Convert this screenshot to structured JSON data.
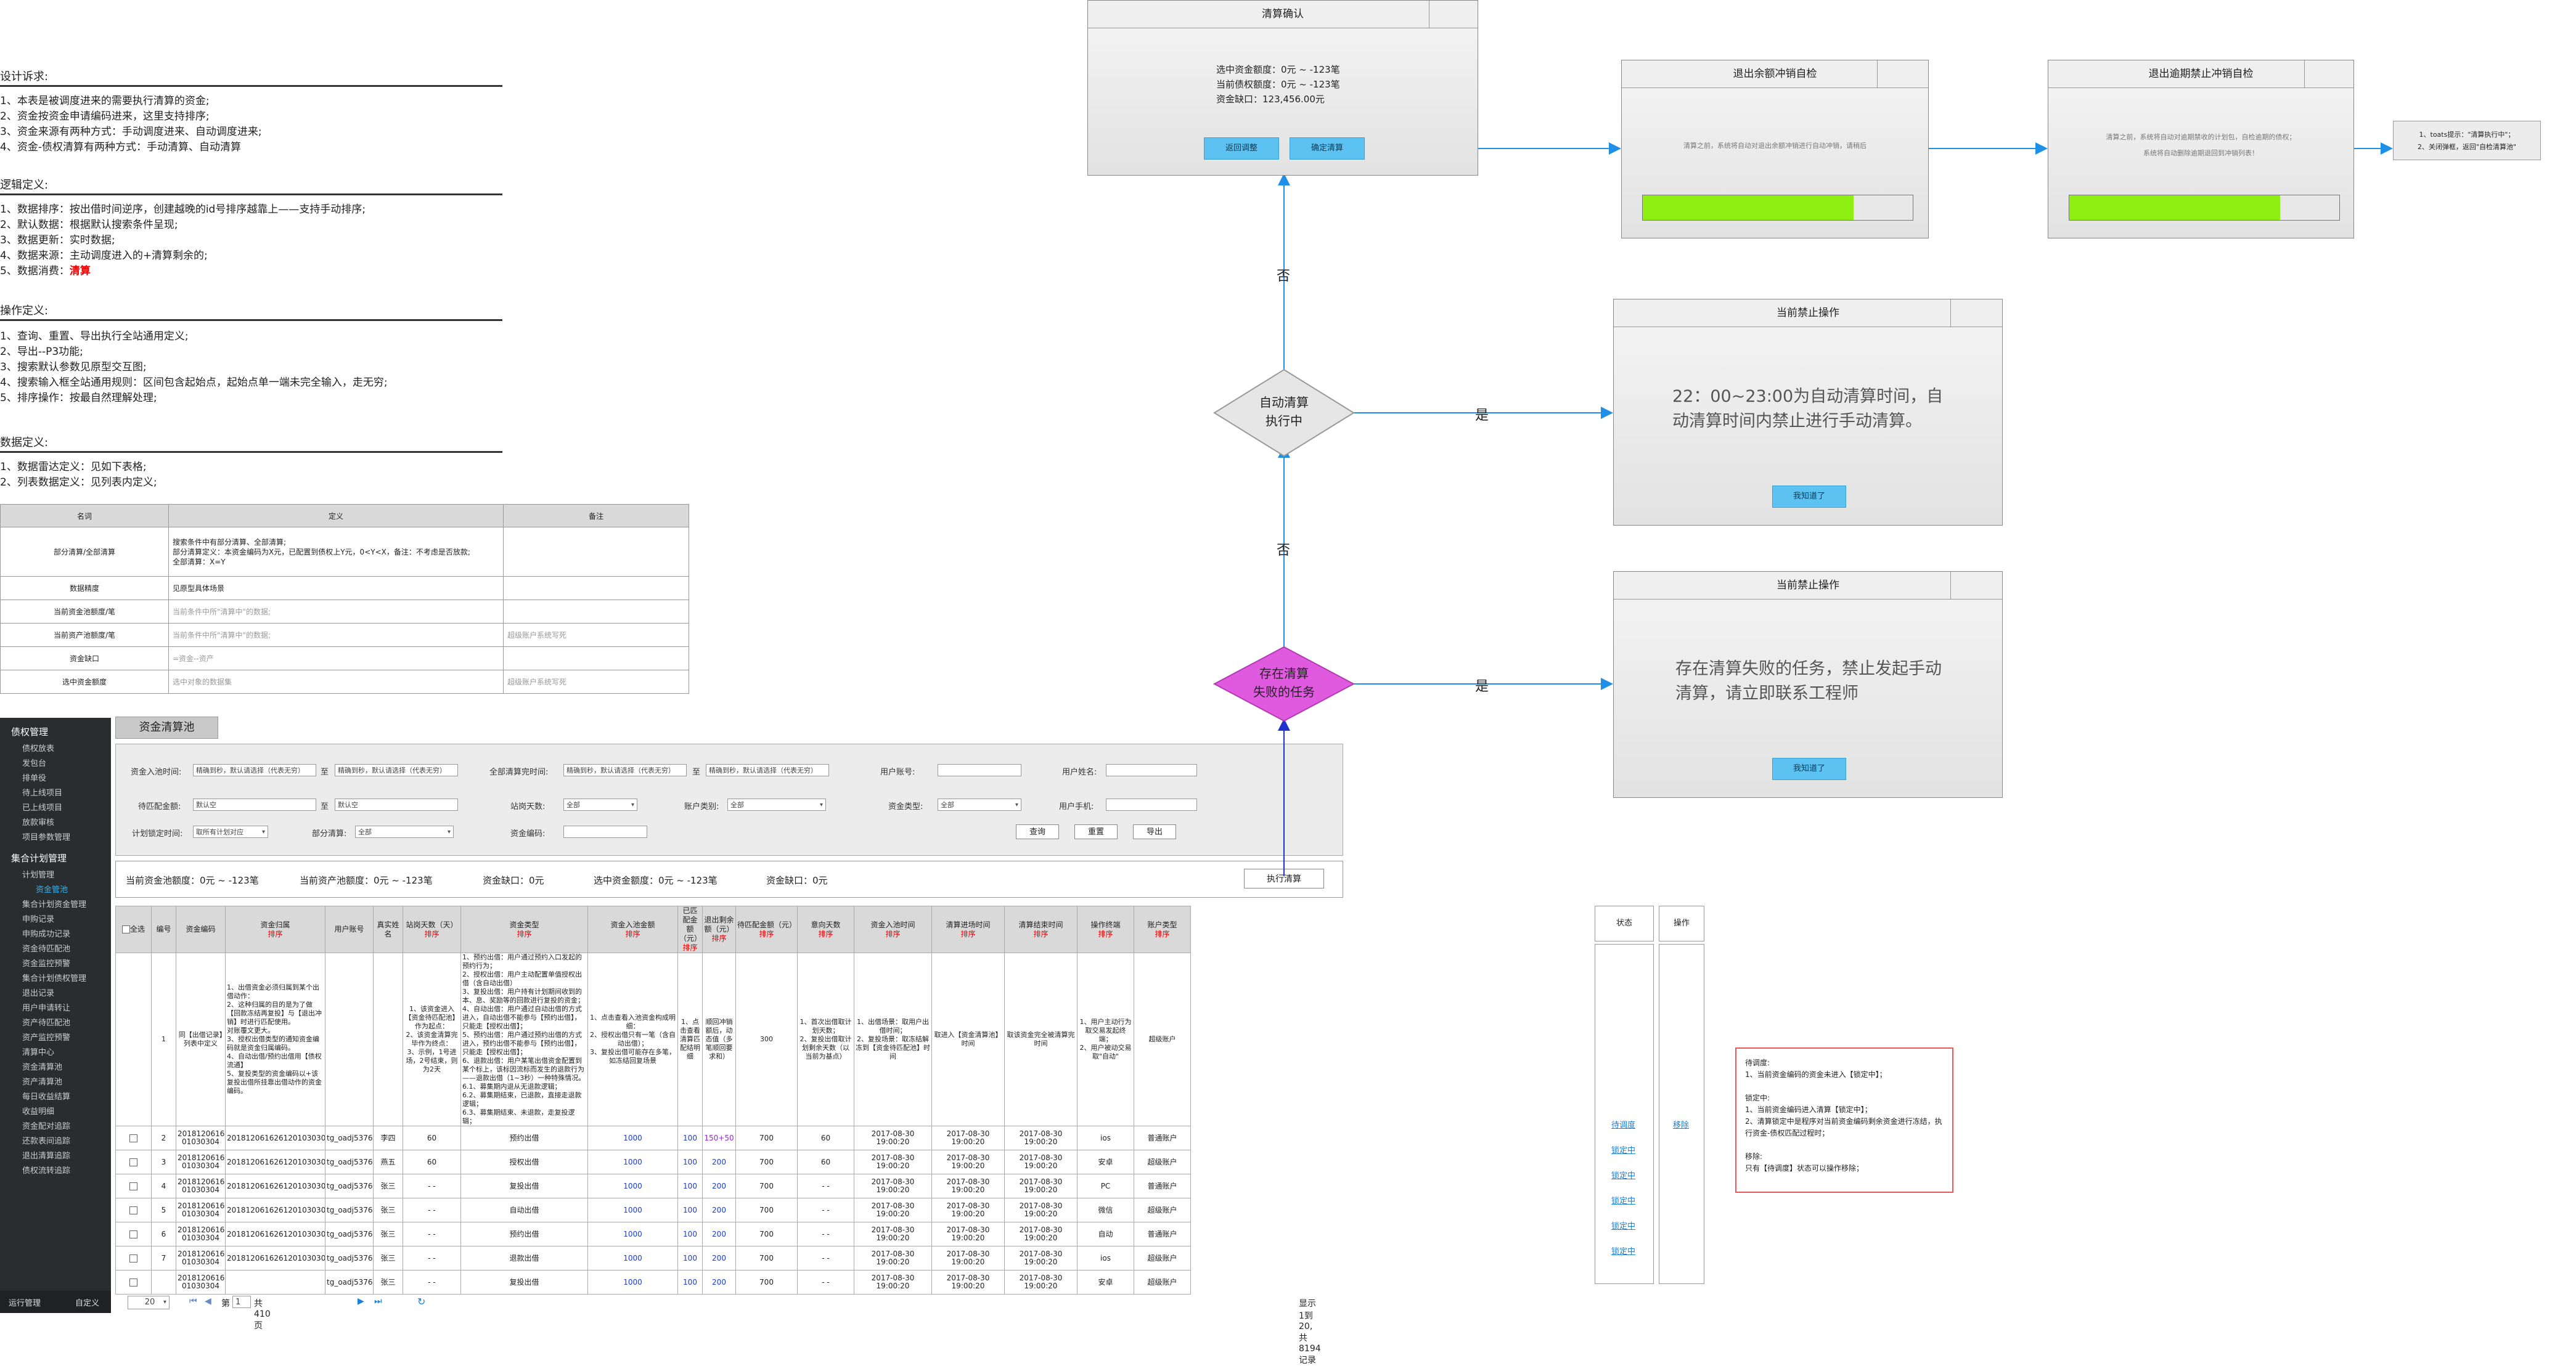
{
  "design_requirements": {
    "title": "设计诉求:",
    "lines": [
      "1、本表是被调度进来的需要执行清算的资金;",
      "2、资金按资金申请编码进来，这里支持排序;",
      "3、资金来源有两种方式：手动调度进来、自动调度进来;",
      "4、资金-债权清算有两种方式：手动清算、自动清算"
    ]
  },
  "logic_definition": {
    "title": "逻辑定义:",
    "lines": [
      "1、数据排序：按出借时间逆序，创建越晚的id号排序越靠上——支持手动排序;",
      "2、默认数据：根据默认搜索条件呈现;",
      "3、数据更新：实时数据;",
      "4、数据来源：主动调度进入的+清算剩余的;"
    ],
    "consume_prefix": "5、数据消费：",
    "consume_value": "清算"
  },
  "operation_definition": {
    "title": "操作定义:",
    "lines": [
      "1、查询、重置、导出执行全站通用定义;",
      "2、导出--P3功能;",
      "3、搜索默认参数见原型交互图;",
      "4、搜索输入框全站通用规则：区间包含起始点，起始点单一端未完全输入，走无穷;",
      "5、排序操作：按最自然理解处理;"
    ]
  },
  "data_definition": {
    "title": "数据定义:",
    "lines": [
      "1、数据雷达定义：见如下表格;",
      "2、列表数据定义：见列表内定义;"
    ]
  },
  "def_table": {
    "headers": [
      "名词",
      "定义",
      "备注"
    ],
    "rows": [
      {
        "name": "部分清算/全部清算",
        "def": "搜索条件中有部分清算、全部清算;\n部分清算定义：本资金编码为X元，已配置到债权上Y元，0<Y<X，备注：不考虑是否放款;\n全部清算：X=Y",
        "note": ""
      },
      {
        "name": "数据精度",
        "def": "见原型具体场景",
        "note": ""
      },
      {
        "name": "当前资金池额度/笔",
        "def": "当前条件中所\"清算中\"的数据;",
        "note": ""
      },
      {
        "name": "当前资产池额度/笔",
        "def": "当前条件中所\"清算中\"的数据;",
        "note": "超级账户系统写死"
      },
      {
        "name": "资金缺口",
        "def": "=资金--资产",
        "note": ""
      },
      {
        "name": "选中资金额度",
        "def": "选中对象的数据集",
        "note": "超级账户系统写死"
      }
    ]
  },
  "sidebar": {
    "sections": [
      {
        "head": "债权管理",
        "items": [
          "债权放表",
          "发包台",
          "排单役",
          "待上线项目",
          "已上线项目",
          "放款审核",
          "项目参数管理"
        ]
      },
      {
        "head": "集合计划管理",
        "items": [
          "计划管理",
          "资金管池",
          "集合计划资金管理",
          "申购记录",
          "申购成功记录",
          "资金待匹配池",
          "资金监控预警",
          "集合计划债权管理",
          "退出记录",
          "用户申请转让",
          "资产待匹配池",
          "资产监控预警",
          "清算中心",
          "资金清算池",
          "资产清算池",
          "每日收益结算",
          "收益明细",
          "资金配对追踪",
          "还款表间追踪",
          "退出清算追踪",
          "债权流转追踪"
        ]
      }
    ],
    "active_item": "资金管池",
    "bottom_left": "运行管理",
    "bottom_right": "自定义"
  },
  "page": {
    "tab": "资金清算池"
  },
  "filters": {
    "labels": {
      "fund_entry_time": "资金入池时间:",
      "range_to": "至",
      "full_settle_time": "全部清算完时间:",
      "user_account": "用户账号:",
      "user_name": "用户姓名:",
      "pending_amount": "待匹配金额:",
      "stay_days": "站岗天数:",
      "account_type": "账户类别:",
      "fund_type": "资金类型:",
      "user_phone": "用户手机:",
      "plan_lock_time": "计划锁定时间:",
      "partial_settle": "部分清算:",
      "fund_code": "资金编码:"
    },
    "placeholder_date": "精确到秒，默认请选择（代表无穷）",
    "placeholder_empty": "默认空",
    "select_all": "全部",
    "select_plan": "取所有计划对应",
    "btn_query": "查询",
    "btn_reset": "重置",
    "btn_export": "导出"
  },
  "summary": {
    "items": [
      "当前资金池额度：0元 ~ -123笔",
      "当前资产池额度：0元 ~ -123笔",
      "资金缺口：0元",
      "选中资金额度：0元 ~ -123笔",
      "资金缺口：0元"
    ],
    "execute_btn": "执行清算"
  },
  "grid": {
    "headers": [
      "全选",
      "编号",
      "资金编码",
      "资金归属",
      "用户账号",
      "真实姓名",
      "站岗天数（天）",
      "资金类型",
      "资金入池金额",
      "已匹配金额（元）",
      "退出剩余额（元）",
      "待匹配金额（元）",
      "意向天数",
      "资金入池时间",
      "清算进场时间",
      "清算结束时间",
      "操作终端",
      "账户类型"
    ],
    "sort_label": "排序",
    "sortable": [
      false,
      false,
      false,
      true,
      false,
      false,
      true,
      true,
      true,
      true,
      true,
      true,
      true,
      true,
      true,
      true,
      true,
      true
    ],
    "desc_row": {
      "no": "1",
      "code": "同【出借记录】列表中定义",
      "belong": "1、出借资金必须归属到某个出借动作：\n2、这种归属的目的是为了做【回款冻结再复投】与【退出冲销】时进行匹配使用。\n对账覆文更大。\n3、授权出借类型的通知资金编码就是资金归属编码。\n4、自动出借/预约出借用【债权流通】\n5、复投类型的资金编码以+该复投出借所挂靠出借动作的资金编码。",
      "stay": "1、该资金进入【资金待匹配池】作为起点：\n2、该资金清算完毕作为终点：\n3、示例，1号进场，2号结束，则为2天",
      "type": "1、预约出借：用户通过预约入口发起的预约行为；\n2、授权出借：用户主动配置单值授权出借（含自动出借）\n3、复投出借：用户持有计划期间收到的本、息、奖励等的回款进行复投的资金；\n4、自动出借：用户通过自动出借的方式进入，自动出借不能参与【预约出借】，只能走【授权出借】；\n5、预约出借：用户通过预约出借的方式进入，预约出借不能参与【预约出借】，只能走【授权出借】；\n6、退款出借：用户某笔出借资金配置到某个标上，该标因流标而发生的退款行为——退款出借（1~3秒）一种特殊情况。\n6.1、募集期内退从无退款逻辑；\n6.2、募集期结束，已退款，直接走退款逻辑；\n6.3、募集期结束、未退款，走复投逻辑；",
      "entry": "1、点击查看入池资金构成明细：\n2、授权出借只有一笔（含自动出借）；\n3、复投出借可能存在多笔，如冻结回复场景",
      "matched": "1、点击查看清算匹配结明细",
      "remain": "顺回冲销额后，动态值（多笔顺回要求和）",
      "pending": "300",
      "intent": "1、首次出借取计划天数；\n2、复投出借取计划剩余天数（以当前为基点）",
      "entrytime": "1、出借场景：取用户出借时间；\n2、复投场景：取冻结解冻到【资金待匹配池】时间",
      "starttime": "取进入【资金清算池】时间",
      "endtime": "取该资金完全被清算完时间",
      "terminal": "1、用户主动行为取交易发起终端；\n2、用户被动交易取\"自动\"",
      "acct": "超级账户"
    },
    "rows": [
      {
        "no": "2",
        "code": "20181206162612 01030304",
        "belong": "20181206162612010303004",
        "account": "tg_oadj5376",
        "name": "李四",
        "stay": "60",
        "type": "预约出借",
        "entry": "1000",
        "matched": "100",
        "remain": "150+50",
        "pending": "700",
        "intent": "60",
        "entrytime": "2017-08-30 19:00:20",
        "starttime": "2017-08-30 19:00:20",
        "endtime": "2017-08-30 19:00:20",
        "terminal": "ios",
        "acct": "普通账户"
      },
      {
        "no": "3",
        "code": "20181206162612 01030304",
        "belong": "20181206162612010303004",
        "account": "tg_oadj5376",
        "name": "燕五",
        "stay": "60",
        "type": "授权出借",
        "entry": "1000",
        "matched": "100",
        "remain": "200",
        "pending": "700",
        "intent": "60",
        "entrytime": "2017-08-30 19:00:20",
        "starttime": "2017-08-30 19:00:20",
        "endtime": "2017-08-30 19:00:20",
        "terminal": "安卓",
        "acct": "超级账户"
      },
      {
        "no": "4",
        "code": "20181206162612 01030304",
        "belong": "20181206162612010303004",
        "account": "tg_oadj5376",
        "name": "张三",
        "stay": "- -",
        "type": "复投出借",
        "entry": "1000",
        "matched": "100",
        "remain": "200",
        "pending": "700",
        "intent": "- -",
        "entrytime": "2017-08-30 19:00:20",
        "starttime": "2017-08-30 19:00:20",
        "endtime": "2017-08-30 19:00:20",
        "terminal": "PC",
        "acct": "普通账户"
      },
      {
        "no": "5",
        "code": "20181206162612 01030304",
        "belong": "20181206162612010303004",
        "account": "tg_oadj5376",
        "name": "张三",
        "stay": "- -",
        "type": "自动出借",
        "entry": "1000",
        "matched": "100",
        "remain": "200",
        "pending": "700",
        "intent": "- -",
        "entrytime": "2017-08-30 19:00:20",
        "starttime": "2017-08-30 19:00:20",
        "endtime": "2017-08-30 19:00:20",
        "terminal": "微信",
        "acct": "超级账户"
      },
      {
        "no": "6",
        "code": "20181206162612 01030304",
        "belong": "20181206162612010303004",
        "account": "tg_oadj5376",
        "name": "张三",
        "stay": "- -",
        "type": "预约出借",
        "entry": "1000",
        "matched": "100",
        "remain": "200",
        "pending": "700",
        "intent": "- -",
        "entrytime": "2017-08-30 19:00:20",
        "starttime": "2017-08-30 19:00:20",
        "endtime": "2017-08-30 19:00:20",
        "terminal": "自动",
        "acct": "普通账户"
      },
      {
        "no": "7",
        "code": "20181206162612 01030304",
        "belong": "20181206162612010303004",
        "account": "tg_oadj5376",
        "name": "张三",
        "stay": "- -",
        "type": "退款出借",
        "entry": "1000",
        "matched": "100",
        "remain": "200",
        "pending": "700",
        "intent": "- -",
        "entrytime": "2017-08-30 19:00:20",
        "starttime": "2017-08-30 19:00:20",
        "endtime": "2017-08-30 19:00:20",
        "terminal": "ios",
        "acct": "超级账户"
      },
      {
        "no": "",
        "code": "20181206162612 01030304",
        "belong": "",
        "account": "tg_oadj5376",
        "name": "张三",
        "stay": "- -",
        "type": "复投出借",
        "entry": "1000",
        "matched": "100",
        "remain": "200",
        "pending": "700",
        "intent": "- -",
        "entrytime": "2017-08-30 19:00:20",
        "starttime": "2017-08-30 19:00:20",
        "endtime": "2017-08-30 19:00:20",
        "terminal": "安卓",
        "acct": "超级账户"
      }
    ]
  },
  "status_col": {
    "header": "状态",
    "items": [
      "待调度",
      "锁定中",
      "锁定中",
      "锁定中",
      "锁定中",
      "锁定中"
    ]
  },
  "action_col": {
    "header": "操作",
    "items": [
      "移除"
    ]
  },
  "pager": {
    "page_size": "20",
    "page_prefix": "第",
    "page_value": "1",
    "page_total": "共410页",
    "summary": "显示1到20,共8194记录"
  },
  "dialogs": {
    "confirm": {
      "title": "清算确认",
      "lines": [
        "选中资金额度：0元 ~ -123笔",
        "当前债权额度：0元 ~ -123笔",
        "资金缺口：123,456.00元"
      ],
      "btn_back": "返回调整",
      "btn_ok": "确定清算"
    },
    "exit_remain": {
      "title": "退出余额冲销自检",
      "text": "清算之前，系统将自动对退出余额冲销进行自动冲销，请稍后"
    },
    "exit_overdue": {
      "title": "退出逾期禁止冲销自检",
      "text": "清算之前，系统将自动对逾期禁收的计划包，自检逾期的债权；\n系统将自动删除逾期退回到冲销列表！"
    },
    "forbid_auto": {
      "title": "当前禁止操作",
      "text": "22：00~23:00为自动清算时间，自动清算时间内禁止进行手动清算。",
      "btn": "我知道了"
    },
    "forbid_fail": {
      "title": "当前禁止操作",
      "text": "存在清算失败的任务，禁止发起手动清算，请立即联系工程师",
      "btn": "我知道了"
    }
  },
  "progress": {
    "exit_remain": 0.78,
    "exit_overdue": 0.78
  },
  "flow": {
    "decision_auto": "自动清算\n执行中",
    "decision_fail": "存在清算\n失败的任务",
    "yes": "是",
    "no": "否"
  },
  "toast_note": "1、toats提示：\"清算执行中\"；\n2、关闭弹框，返回\"自检清算池\"",
  "state_note": {
    "lines": [
      "待调度:",
      "1、当前资金编码的资金未进入【锁定中】；",
      "",
      "锁定中:",
      "1、当前资金编码进入清算【锁定中】；",
      "2、清算锁定中是程序对当前资金编码剩余资金进行冻结，执行资金-债权匹配过程时；",
      "",
      "移除:",
      "只有【待调度】状态可以操作移除；"
    ]
  },
  "colors": {
    "accent_blue": "#3ab0e8",
    "button_blue": "#5bc2f2",
    "progress_green": "#8fef12",
    "red_text": "#e00000",
    "magenta": "#d94bd9",
    "sidebar_bg": "#2a2d30"
  }
}
